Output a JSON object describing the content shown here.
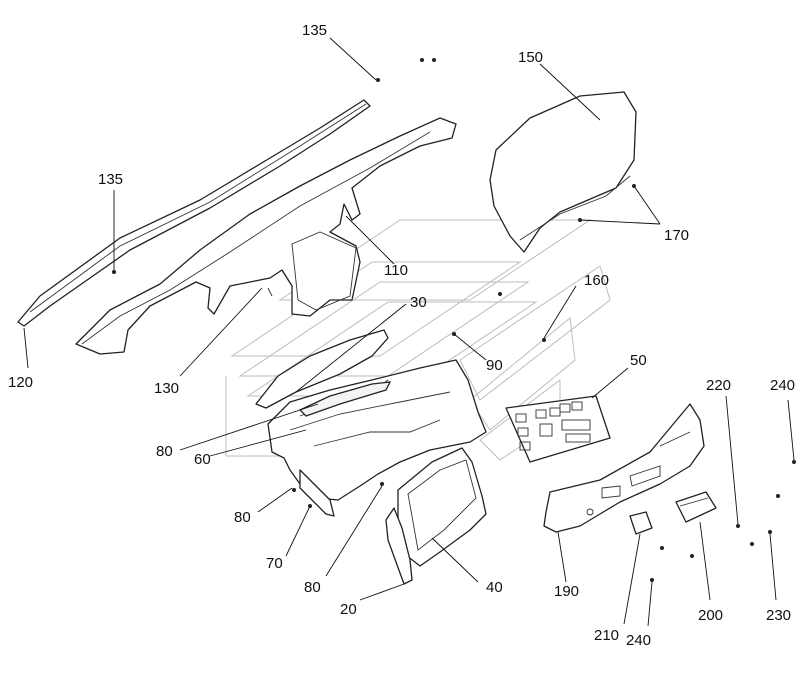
{
  "diagram": {
    "labels": [
      {
        "id": "135-top",
        "text": "135"
      },
      {
        "id": "150",
        "text": "150"
      },
      {
        "id": "135-left",
        "text": "135"
      },
      {
        "id": "170",
        "text": "170"
      },
      {
        "id": "110",
        "text": "110"
      },
      {
        "id": "160",
        "text": "160"
      },
      {
        "id": "30",
        "text": "30"
      },
      {
        "id": "120",
        "text": "120"
      },
      {
        "id": "130",
        "text": "130"
      },
      {
        "id": "90",
        "text": "90"
      },
      {
        "id": "50",
        "text": "50"
      },
      {
        "id": "220",
        "text": "220"
      },
      {
        "id": "240-right",
        "text": "240"
      },
      {
        "id": "80-a",
        "text": "80"
      },
      {
        "id": "60",
        "text": "60"
      },
      {
        "id": "80-b",
        "text": "80"
      },
      {
        "id": "70",
        "text": "70"
      },
      {
        "id": "80-c",
        "text": "80"
      },
      {
        "id": "40",
        "text": "40"
      },
      {
        "id": "190",
        "text": "190"
      },
      {
        "id": "20",
        "text": "20"
      },
      {
        "id": "200",
        "text": "200"
      },
      {
        "id": "230",
        "text": "230"
      },
      {
        "id": "210",
        "text": "210"
      },
      {
        "id": "240-bottom",
        "text": "240"
      }
    ]
  },
  "colors": {
    "line": "#222222",
    "background": "#ffffff",
    "watermark": "#bdbdbd"
  }
}
